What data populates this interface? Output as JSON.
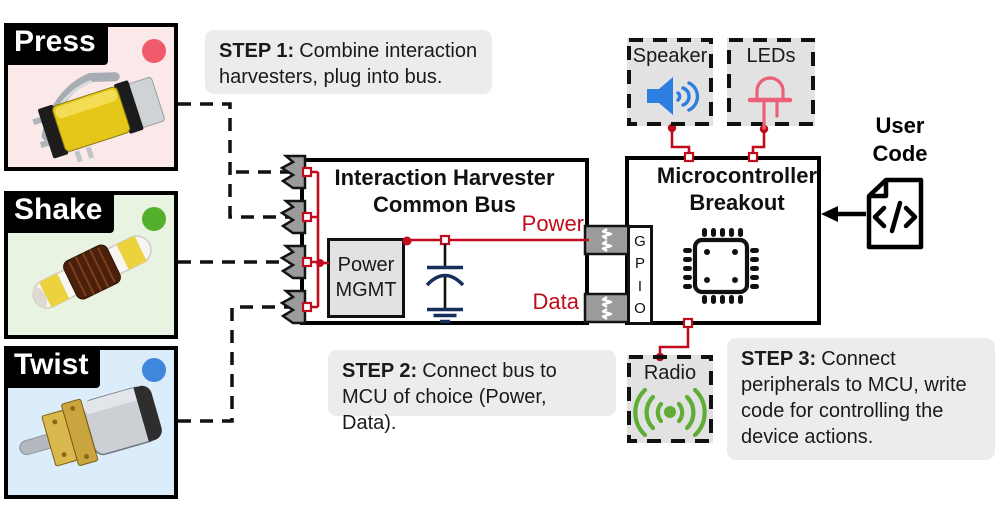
{
  "harvesters": [
    {
      "label": "Press",
      "photo_icon": "solenoid-harvester-photo",
      "dot_color": "#ef5b6d",
      "bg_color": "#fbe8e8"
    },
    {
      "label": "Shake",
      "photo_icon": "coil-tube-harvester-photo",
      "dot_color": "#54b02c",
      "bg_color": "#e9f3e1"
    },
    {
      "label": "Twist",
      "photo_icon": "gear-motor-harvester-photo",
      "dot_color": "#3f86dd",
      "bg_color": "#dbecfa"
    }
  ],
  "steps": [
    {
      "prefix": "STEP 1:",
      "text": "Combine interaction harvesters, plug into bus."
    },
    {
      "prefix": "STEP 2:",
      "text": "Connect bus to MCU of choice (Power, Data)."
    },
    {
      "prefix": "STEP 3:",
      "text": "Connect peripherals to MCU, write code for controlling the device actions."
    }
  ],
  "bus": {
    "title_line1": "Interaction Harvester",
    "title_line2": "Common Bus",
    "power_mgmt": {
      "line1": "Power",
      "line2": "MGMT"
    },
    "power_label": "Power",
    "data_label": "Data",
    "capacitor_icon": "capacitor-to-ground-symbol",
    "port_icon": "harvester-plug-port"
  },
  "mcu": {
    "title_line1": "Microcontroller",
    "title_line2": "Breakout",
    "gpio_letters": [
      "G",
      "P",
      "I",
      "O"
    ],
    "chip_icon": "microchip-icon"
  },
  "peripherals": [
    {
      "label": "Speaker",
      "icon": "speaker-icon",
      "color": "#2e7ee2"
    },
    {
      "label": "LEDs",
      "icon": "led-icon",
      "color": "#ec6078"
    },
    {
      "label": "Radio",
      "icon": "radio-waves-icon",
      "color": "#5fad36"
    }
  ],
  "user_code": {
    "line1": "User",
    "line2": "Code",
    "icon": "code-file-icon",
    "arrow_icon": "arrow-left-icon"
  },
  "colors": {
    "wire_red": "#c00d1d",
    "schematic_navy": "#16305e",
    "box_gray": "#e2e2e2",
    "connector_gray": "#9b9b9b",
    "step_bg": "#ececec"
  }
}
